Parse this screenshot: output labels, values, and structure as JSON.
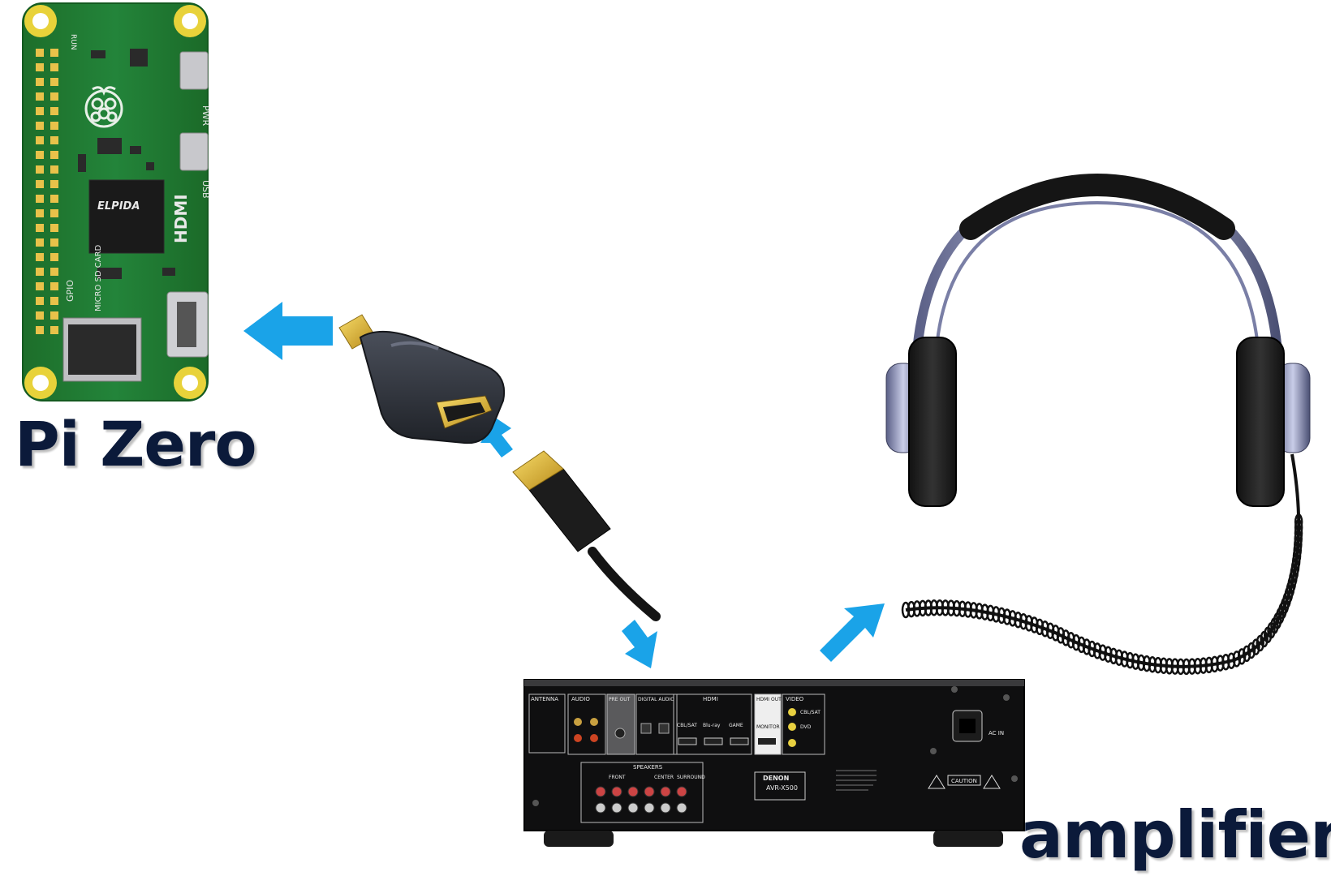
{
  "labels": {
    "pi": "Pi Zero",
    "amplifier": "amplifier"
  },
  "board_text": {
    "ram_brand": "ELPIDA",
    "hdmi": "HDMI",
    "usb": "USB",
    "pwr": "PWR",
    "gpio": "GPIO",
    "sd": "MICRO SD CARD",
    "run": "RUN"
  },
  "amp_text": {
    "brand": "DENON",
    "model": "AVR-X500",
    "antenna": "ANTENNA",
    "audio": "AUDIO",
    "pre_out": "PRE OUT",
    "digital_audio": "DIGITAL AUDIO",
    "hdmi": "HDMI",
    "hdmi_out": "HDMI OUT",
    "video": "VIDEO",
    "speakers": "SPEAKERS",
    "front": "FRONT",
    "center": "CENTER",
    "surround": "SURROUND",
    "cbl_sat": "CBL/SAT",
    "bluray": "Blu-ray",
    "game": "GAME",
    "dvd": "DVD",
    "monitor": "MONITOR",
    "ac_in": "AC IN",
    "caution": "CAUTION"
  },
  "colors": {
    "arrow": "#1aa3e8",
    "board": "#1f7a2e",
    "amp": "#111111",
    "caption": "#0b1a3a"
  }
}
